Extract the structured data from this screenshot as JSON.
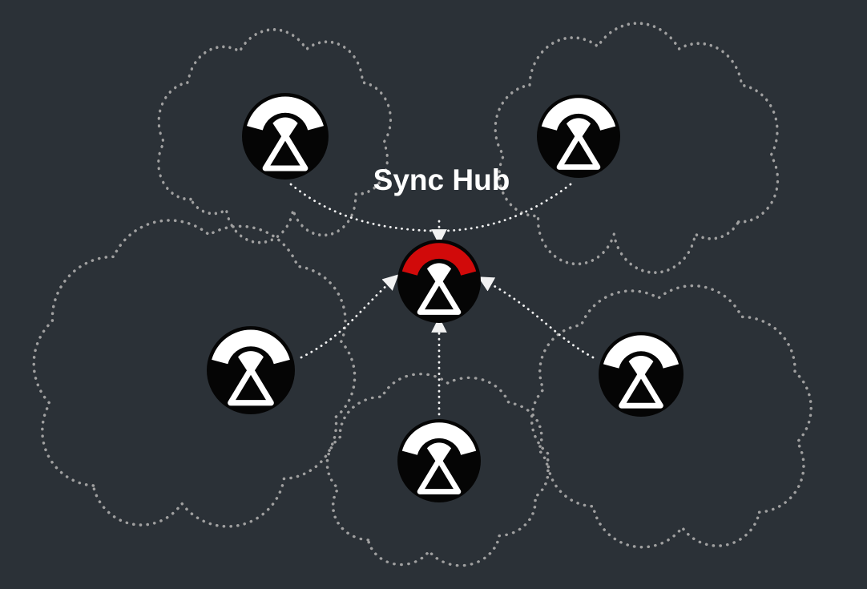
{
  "title": "Sync Hub",
  "colors": {
    "background": "#2b3137",
    "node_fill": "#050505",
    "icon_white": "#ffffff",
    "hub_accent": "#d10a0a",
    "cloud_stroke": "#a0a0a0",
    "arrow": "#f2f2f2",
    "title_color": "#ffffff"
  },
  "diagram": {
    "type": "hub-and-spoke",
    "title": "Sync Hub",
    "hub": {
      "id": "sync-hub",
      "description": "central node with red signal arc, white signal wedge and white triangle on black disc"
    },
    "peers": [
      {
        "id": "peer-top-left",
        "position": "top-left",
        "enclosed_in": "dotted cloud outline"
      },
      {
        "id": "peer-top-right",
        "position": "top-right",
        "enclosed_in": "dotted cloud outline"
      },
      {
        "id": "peer-middle-left",
        "position": "middle-left",
        "enclosed_in": "dotted cloud outline"
      },
      {
        "id": "peer-middle-right",
        "position": "middle-right",
        "enclosed_in": "dotted cloud outline"
      },
      {
        "id": "peer-bottom",
        "position": "bottom-center",
        "enclosed_in": "dotted cloud outline"
      }
    ],
    "edges": [
      {
        "from": "peer-top-left",
        "to": "sync-hub",
        "style": "dotted curved arrow"
      },
      {
        "from": "peer-top-right",
        "to": "sync-hub",
        "style": "dotted curved arrow"
      },
      {
        "from": "peer-middle-left",
        "to": "sync-hub",
        "style": "dotted curved arrow"
      },
      {
        "from": "peer-middle-right",
        "to": "sync-hub",
        "style": "dotted curved arrow"
      },
      {
        "from": "peer-bottom",
        "to": "sync-hub",
        "style": "dotted straight arrow"
      }
    ]
  }
}
